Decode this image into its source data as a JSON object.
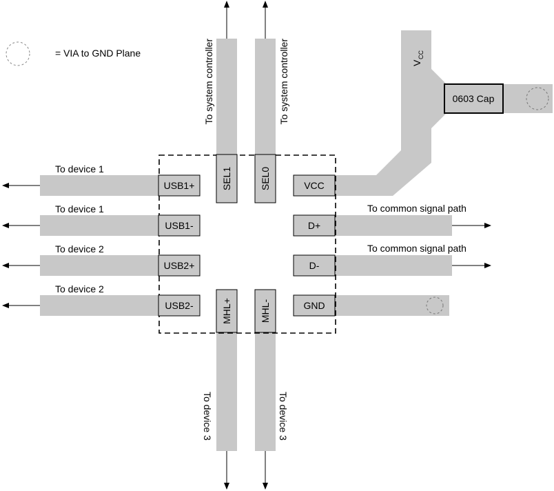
{
  "colors": {
    "trace": "#c8c8c8",
    "pad_border": "#000000",
    "line": "#000000",
    "background": "#ffffff"
  },
  "legend": {
    "text": "= VIA to GND Plane",
    "icon": "dashed-circle-via-icon"
  },
  "pins": {
    "usb1p": "USB1+",
    "usb1m": "USB1-",
    "usb2p": "USB2+",
    "usb2m": "USB2-",
    "vcc": "VCC",
    "dp": "D+",
    "dm": "D-",
    "gnd": "GND",
    "sel1": "SEL1",
    "sel0": "SEL0",
    "mhlp": "MHL+",
    "mhlm": "MHL-"
  },
  "labels": {
    "to_device_1": "To device 1",
    "to_device_2": "To device 2",
    "to_device_3": "To device 3",
    "to_common": "To common signal path",
    "to_system_controller": "To system controller",
    "vcc_trace_main": "V",
    "vcc_trace_sub": "CC"
  },
  "capacitor": {
    "label": "0603 Cap"
  }
}
